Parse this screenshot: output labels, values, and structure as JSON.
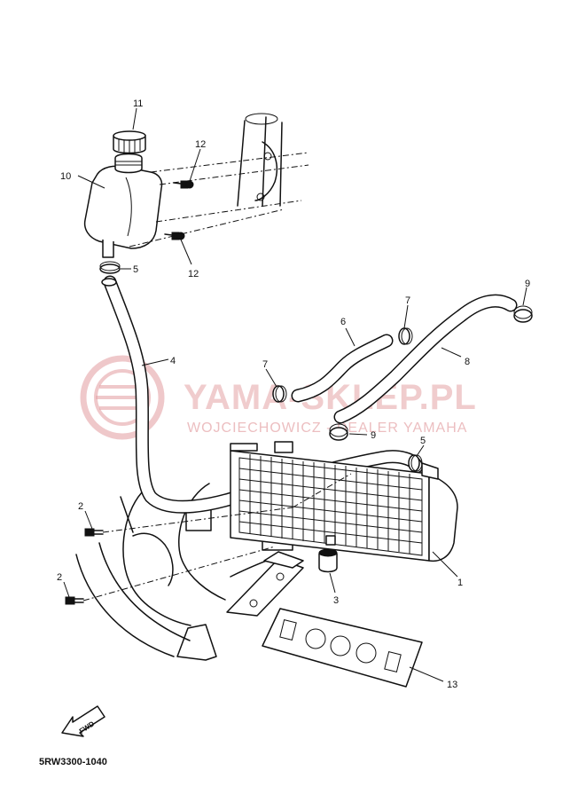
{
  "watermark": {
    "title": "YAMA-SKLEP.PL",
    "subtitle": "WOJCIECHOWICZ - DEALER YAMAHA",
    "color": "#e4a3a6"
  },
  "diagram_code": "5RW3300-1040",
  "direction_arrow": "FWD",
  "callouts": {
    "c1": "1",
    "c2a": "2",
    "c2b": "2",
    "c3": "3",
    "c4": "4",
    "c5a": "5",
    "c5b": "5",
    "c6": "6",
    "c7a": "7",
    "c7b": "7",
    "c8": "8",
    "c9a": "9",
    "c9b": "9",
    "c10": "10",
    "c11": "11",
    "c12a": "12",
    "c12b": "12",
    "c13": "13"
  }
}
